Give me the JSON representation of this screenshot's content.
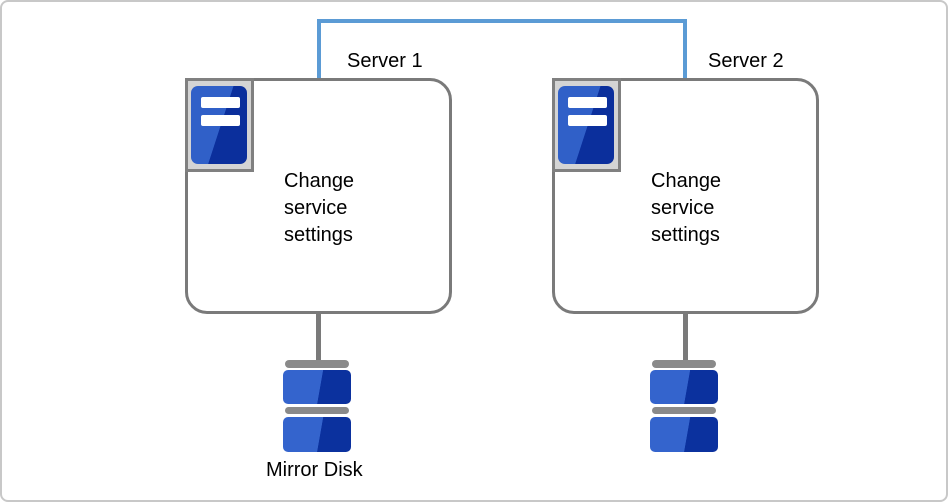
{
  "diagram": {
    "title_hint": "Two-server mirror disk cluster diagram",
    "servers": [
      {
        "label": "Server 1",
        "box_lines": [
          "Change",
          "service",
          "settings"
        ]
      },
      {
        "label": "Server 2",
        "box_lines": [
          "Change",
          "service",
          "settings"
        ]
      }
    ],
    "mirror_disk": {
      "label": "Mirror Disk"
    },
    "icons": {
      "server_icon": "server-tower-icon",
      "disk_icon": "stacked-disk-icon"
    },
    "colors": {
      "connector_blue": "#5b9bd5",
      "box_border_gray": "#7a7a7a",
      "icon_frame_border": "#808080",
      "icon_frame_bg": "#d4d4d4",
      "blue_light": "#3464cd",
      "blue_dark": "#0b319e",
      "disk_cap_gray": "#8a8a8a",
      "outer_frame_gray": "#c8c8c8"
    }
  }
}
